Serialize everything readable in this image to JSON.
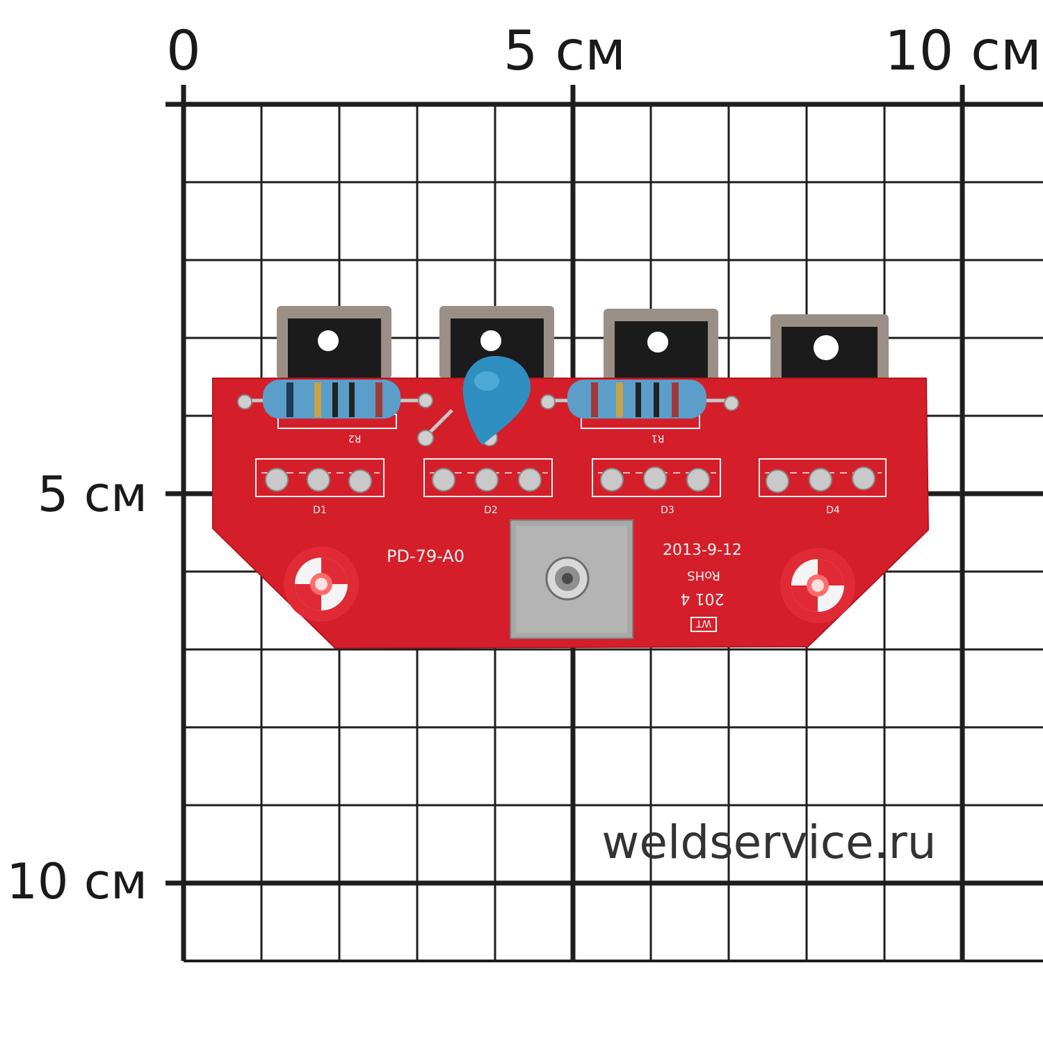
{
  "scale": {
    "top_labels": [
      "0",
      "5 см",
      "10 см"
    ],
    "left_labels": [
      "5 см",
      "10 см"
    ]
  },
  "board": {
    "model": "PD-79-A0",
    "date": "2013-9-12",
    "rohs_mark": "RoHS",
    "code_mark": "201 4",
    "maker_mark": "WT",
    "resistor_labels": [
      "R2",
      "R1"
    ],
    "diode_labels": [
      "D1",
      "D2",
      "D3",
      "D4"
    ]
  },
  "watermark": "weldservice.ru",
  "colors": {
    "pcb": "#d41f2a",
    "grid": "#1e1e1e",
    "resistor": "#5b9ec9",
    "capacitor": "#2f8fc1",
    "heatsink": "#a8a8a8"
  }
}
